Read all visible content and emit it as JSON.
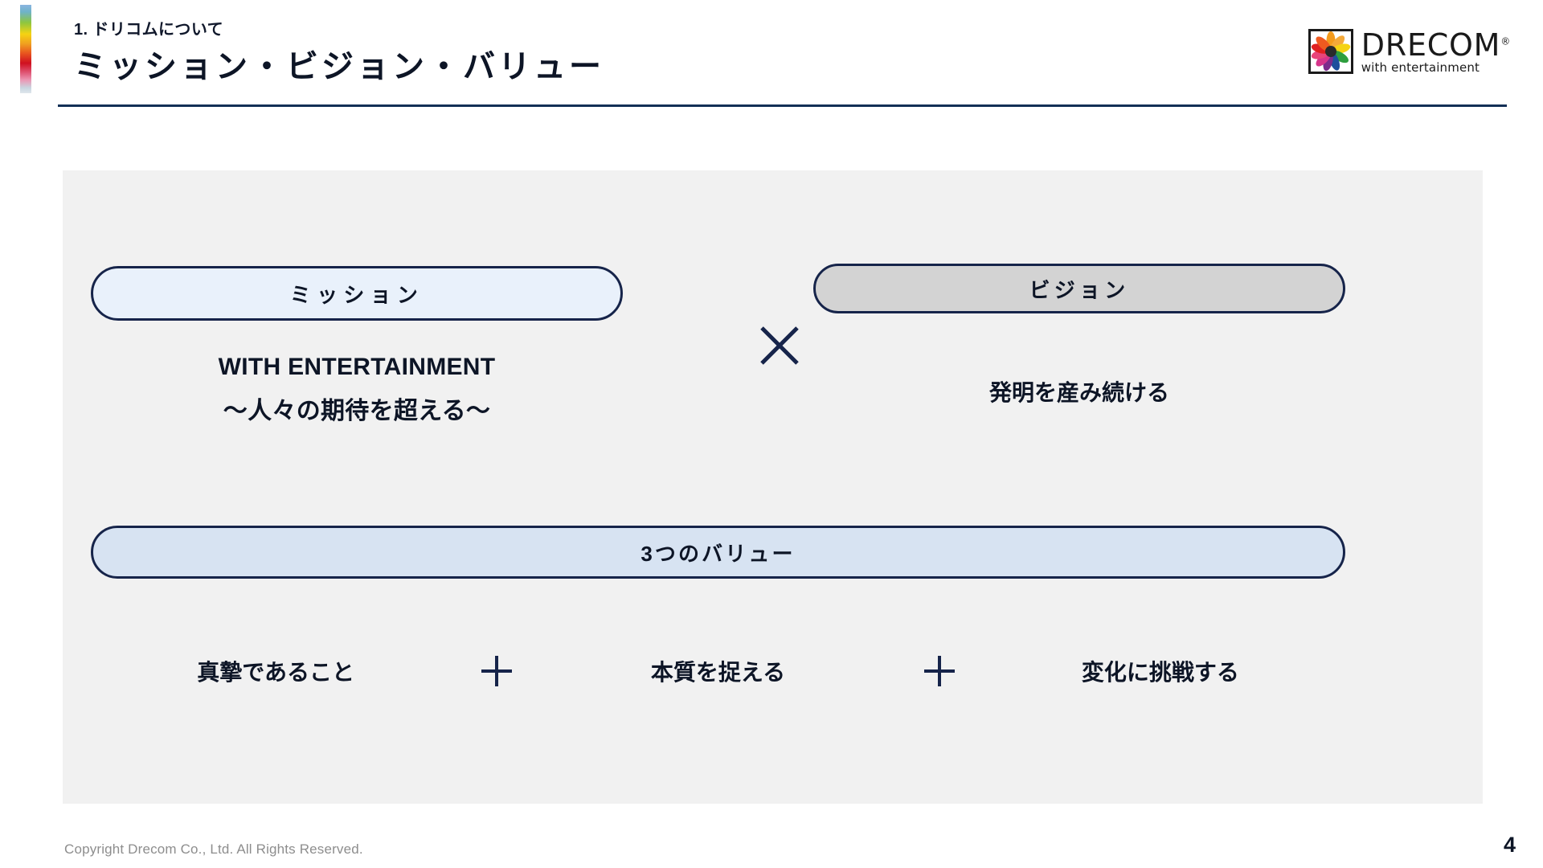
{
  "header": {
    "eyebrow": "1. ドリコムについて",
    "title": "ミッション・ビジョン・バリュー",
    "accent_bar_icon": "gradient-accent-bar"
  },
  "logo": {
    "mark_icon": "drecom-flower-logo-icon",
    "wordmark": "DRECOM",
    "registered_mark": "®",
    "tagline": "with entertainment"
  },
  "main": {
    "mission": {
      "pill_label": "ミッション",
      "line1": "WITH ENTERTAINMENT",
      "line2": "〜人々の期待を超える〜"
    },
    "operator_icon": "multiply-cross-icon",
    "vision": {
      "pill_label": "ビジョン",
      "line1": "発明を産み続ける"
    },
    "values": {
      "pill_label": "3つのバリュー",
      "plus_icon": "plus-icon",
      "items": [
        {
          "label": "真摯であること"
        },
        {
          "label": "本質を捉える"
        },
        {
          "label": "変化に挑戦する"
        }
      ]
    }
  },
  "footer": {
    "copyright": "Copyright Drecom Co., Ltd. All Rights Reserved.",
    "page_number": "4"
  },
  "colors": {
    "navy": "#16244a",
    "title_navy": "#133056",
    "panel_gray": "#f1f1f1",
    "mission_fill": "#e9f1fb",
    "vision_fill": "#d3d3d3",
    "values_fill": "#d7e3f2",
    "footer_gray": "#8d8d8d"
  }
}
